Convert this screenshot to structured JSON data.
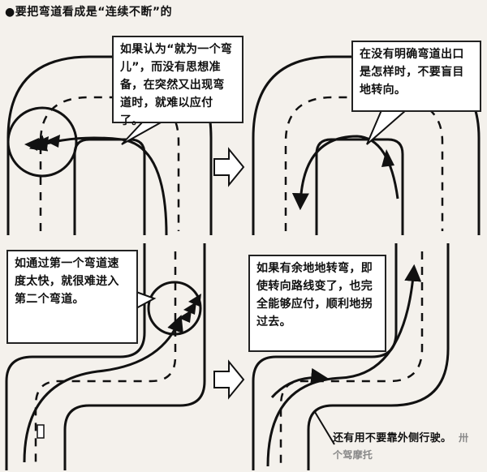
{
  "title": "●要把弯道看成是“连续不断”的",
  "bubbles": {
    "top_left": "如果认为“就为一个弯儿”，而没有思想准备，在突然又出现弯道时，就难以应付了。",
    "top_right": "在没有明确弯道出口是怎样时，不要盲目地转向。",
    "bottom_left": "如通过第一个弯道速度太快，就很难进入第二个弯道。",
    "bottom_right": "如果有余地地转弯，即使转向路线变了，也完全能够应付，顺利地拐过去。",
    "bottom_caption": "还有用不要靠外侧行驶。"
  },
  "watermark": "卅个驾摩托",
  "colors": {
    "ink": "#111111",
    "paper": "#f4f1ec",
    "road": "#ffffff"
  }
}
